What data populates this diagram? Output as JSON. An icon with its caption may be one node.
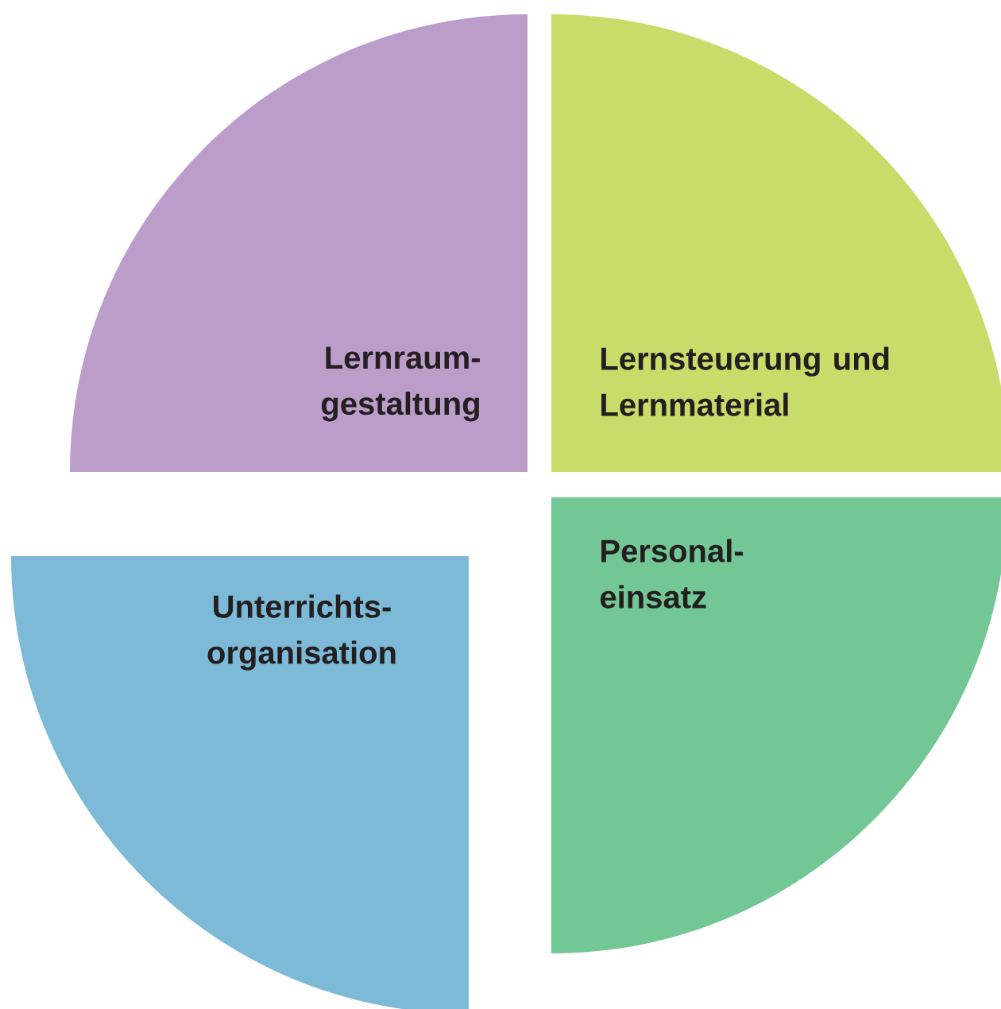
{
  "diagram": {
    "nodes": [
      {
        "text": [
          "Lernraum- gestaltung"
        ]
      },
      {
        "text": [
          "Lernsteuerung und Lernmaterial"
        ]
      },
      {
        "text": [
          "Personal- einsatz"
        ]
      },
      {
        "text": [
          "Unterrichts- organisation"
        ]
      }
    ]
  }
}
